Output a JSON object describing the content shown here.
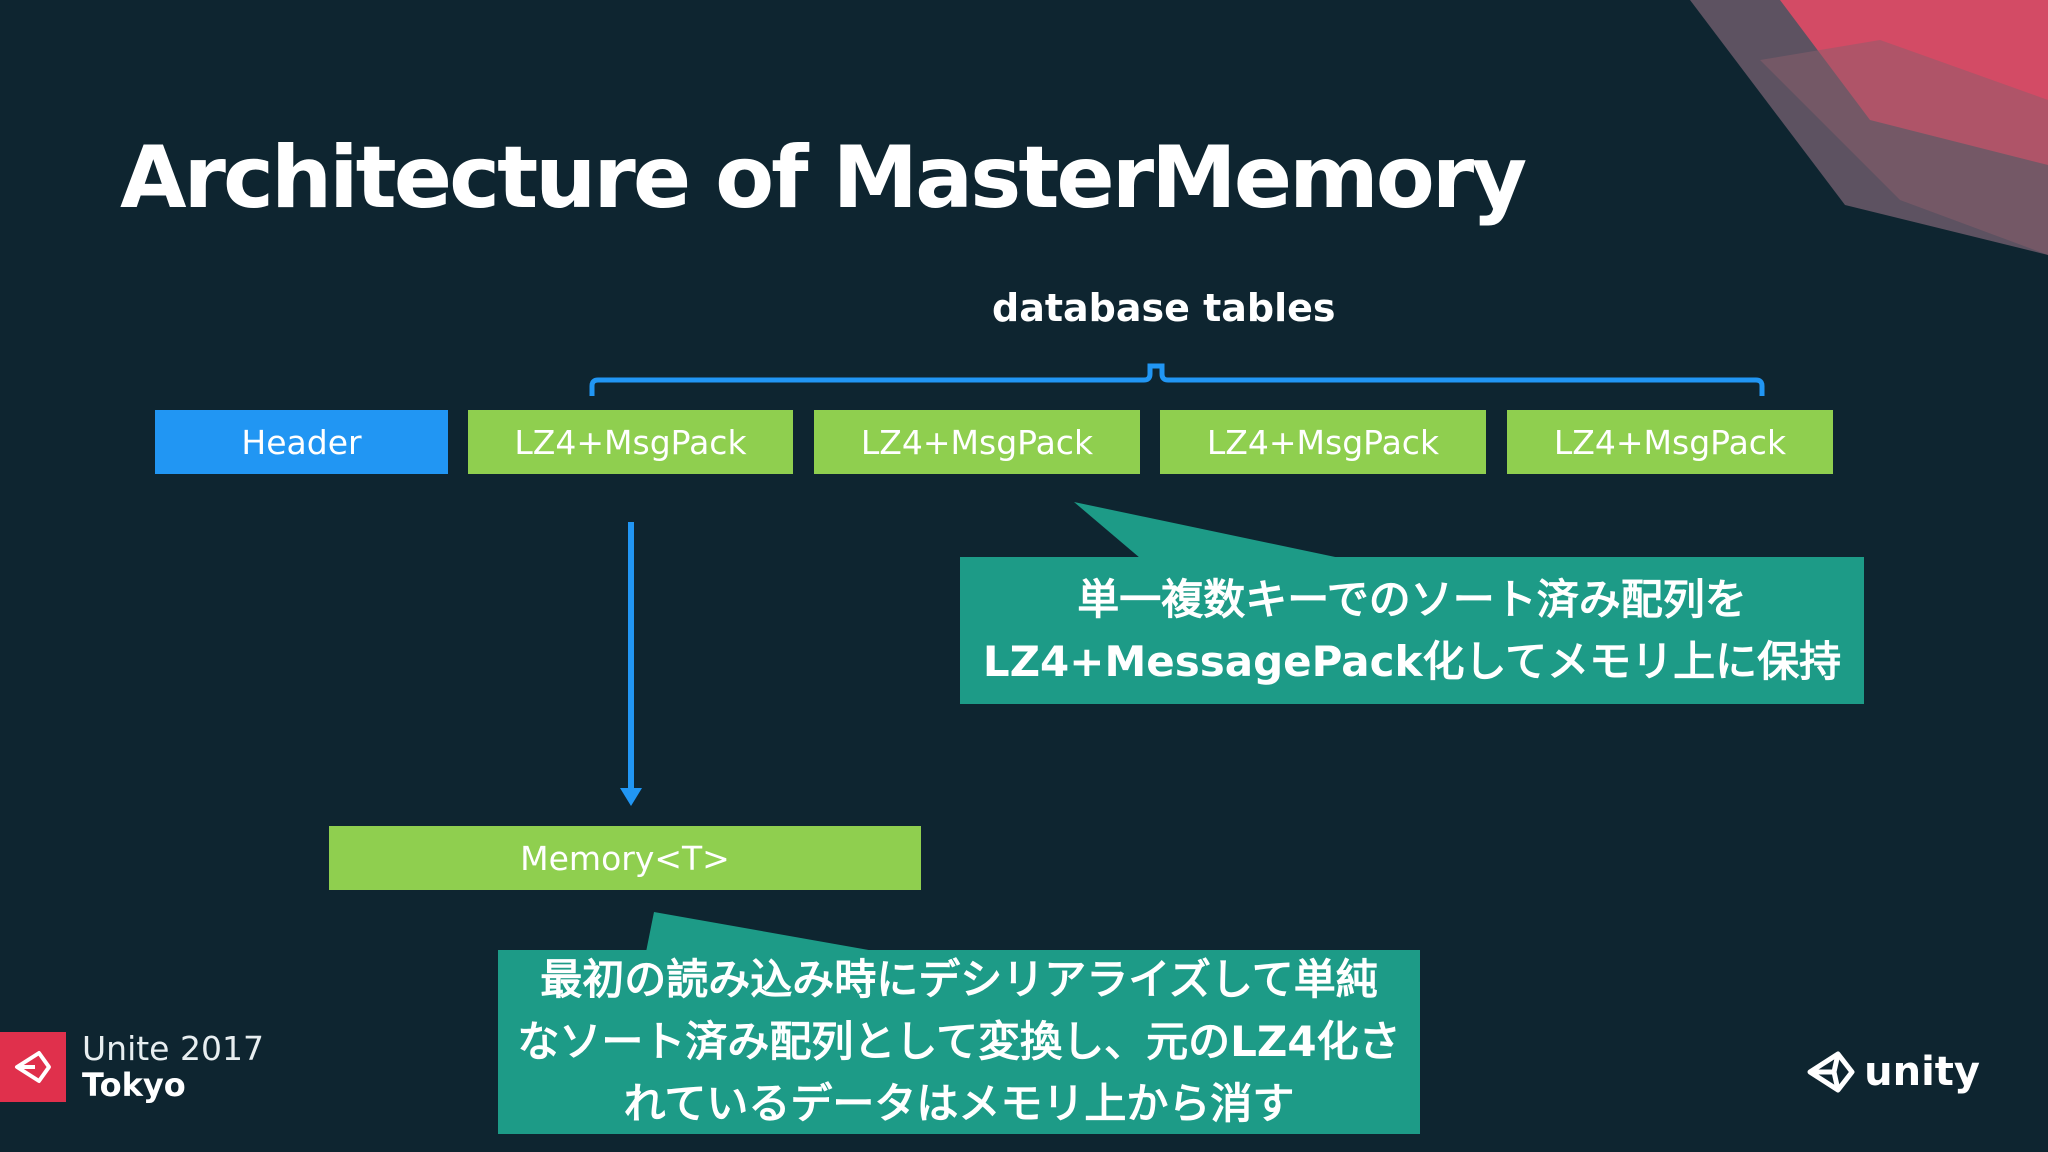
{
  "slide": {
    "title": "Architecture of MasterMemory",
    "brace_label": "database tables",
    "blocks": {
      "header": "Header",
      "table_1": "LZ4+MsgPack",
      "table_2": "LZ4+MsgPack",
      "table_3": "LZ4+MsgPack",
      "table_4": "LZ4+MsgPack",
      "memory": "Memory<T>"
    },
    "callout_top": {
      "line1": "単一複数キーでのソート済み配列を",
      "line2": "LZ4+MessagePack化してメモリ上に保持"
    },
    "callout_bottom": {
      "line1": "最初の読み込み時にデシリアライズして単純",
      "line2": "なソート済み配列として変換し、元のLZ4化さ",
      "line3": "れているデータはメモリ上から消す"
    }
  },
  "footer": {
    "event_line1": "Unite 2017",
    "event_line2": "Tokyo",
    "brand": "unity"
  },
  "colors": {
    "background": "#0e2530",
    "header_block": "#2196f3",
    "table_block": "#8fcf4f",
    "callout": "#1d9b87",
    "accent_red": "#e0304c"
  },
  "icons": {
    "event_logo": "unity-cube-icon",
    "brand_logo": "unity-cube-icon"
  }
}
